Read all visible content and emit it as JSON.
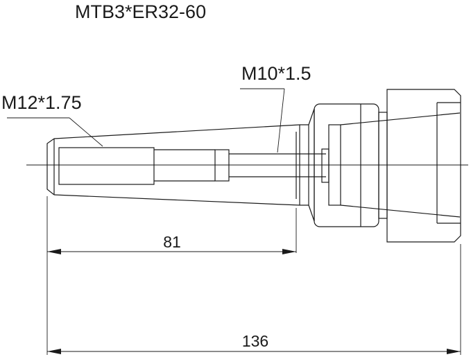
{
  "title": "MTB3*ER32-60",
  "labels": {
    "thread_left": "M12*1.75",
    "thread_inner": "M10*1.5"
  },
  "dimensions": {
    "short_length": "81",
    "total_length": "136"
  },
  "colors": {
    "line": "#1a1a1a",
    "background": "#ffffff"
  }
}
